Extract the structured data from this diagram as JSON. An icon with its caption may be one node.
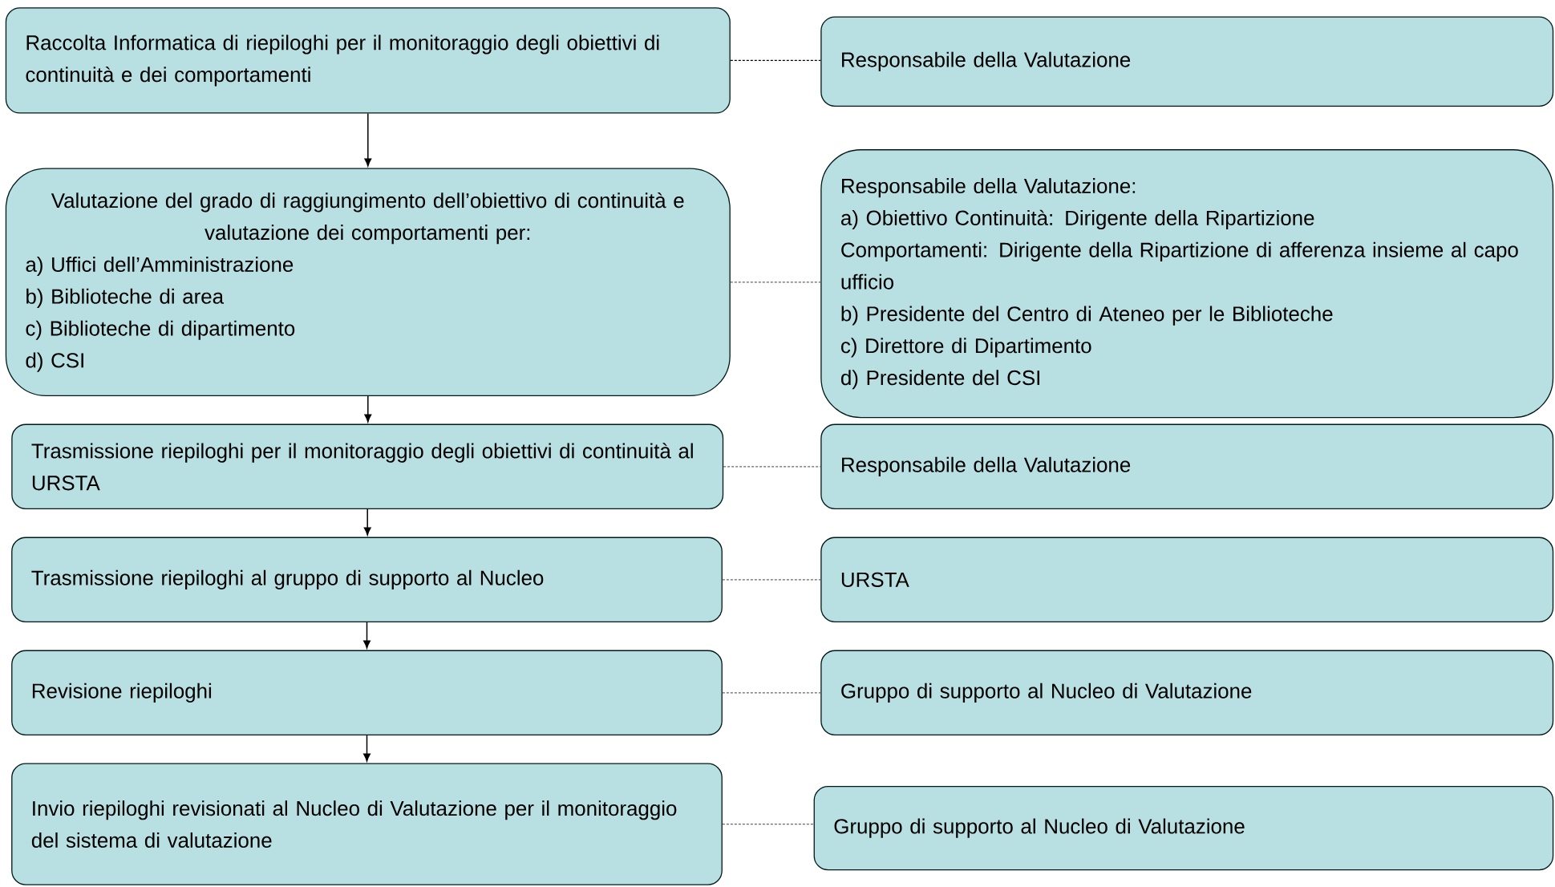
{
  "diagram": {
    "nodes": [
      {
        "text": [
          "Raccolta Informatica di riepiloghi per il monitoraggio degli obiettivi di continuità e dei comportamenti"
        ]
      },
      {
        "text": [
          "Responsabile della Valutazione"
        ]
      },
      {
        "text": [
          "Valutazione del grado di raggiungimento dell’obiettivo di continuità e valutazione dei comportamenti per:",
          "a) Uffici dell’Amministrazione",
          "b) Biblioteche di area",
          "c) Biblioteche di dipartimento",
          "d) CSI"
        ]
      },
      {
        "text": [
          "Responsabile della Valutazione:",
          "a) Obiettivo Continuità: Dirigente della Ripartizione",
          "Comportamenti: Dirigente della Ripartizione di afferenza insieme al capo ufficio",
          "b) Presidente del Centro di Ateneo per le Biblioteche",
          "c) Direttore di Dipartimento",
          "d) Presidente del CSI"
        ]
      },
      {
        "text": [
          "Trasmissione riepiloghi per il monitoraggio degli obiettivi di continuità al URSTA"
        ]
      },
      {
        "text": [
          "Responsabile della Valutazione"
        ]
      },
      {
        "text": [
          "Trasmissione riepiloghi al gruppo di supporto al Nucleo"
        ]
      },
      {
        "text": [
          "URSTA"
        ]
      },
      {
        "text": [
          "Revisione riepiloghi"
        ]
      },
      {
        "text": [
          "Gruppo di supporto al Nucleo di Valutazione"
        ]
      },
      {
        "text": [
          "Invio riepiloghi revisionati al Nucleo di Valutazione per il monitoraggio del sistema di valutazione"
        ]
      },
      {
        "text": [
          "Gruppo di supporto al Nucleo di Valutazione"
        ]
      }
    ],
    "edges": [
      {
        "from": 0,
        "to": 1,
        "arrow": "none",
        "style": "dashed"
      },
      {
        "from": 0,
        "to": 2,
        "arrow": "to"
      },
      {
        "from": 2,
        "to": 3,
        "arrow": "none",
        "style": "dashed",
        "color": "#666666"
      },
      {
        "from": 2,
        "to": 4,
        "arrow": "to"
      },
      {
        "from": 4,
        "to": 5,
        "arrow": "none",
        "style": "dashed",
        "color": "#666666"
      },
      {
        "from": 4,
        "to": 6,
        "arrow": "to"
      },
      {
        "from": 6,
        "to": 7,
        "arrow": "none",
        "style": "dashed",
        "color": "#666666"
      },
      {
        "from": 6,
        "to": 8,
        "arrow": "to"
      },
      {
        "from": 8,
        "to": 9,
        "arrow": "none",
        "style": "dashed",
        "color": "#666666"
      },
      {
        "from": 8,
        "to": 10,
        "arrow": "to"
      },
      {
        "from": 10,
        "to": 11,
        "arrow": "none",
        "style": "dashed",
        "color": "#666666"
      }
    ]
  }
}
